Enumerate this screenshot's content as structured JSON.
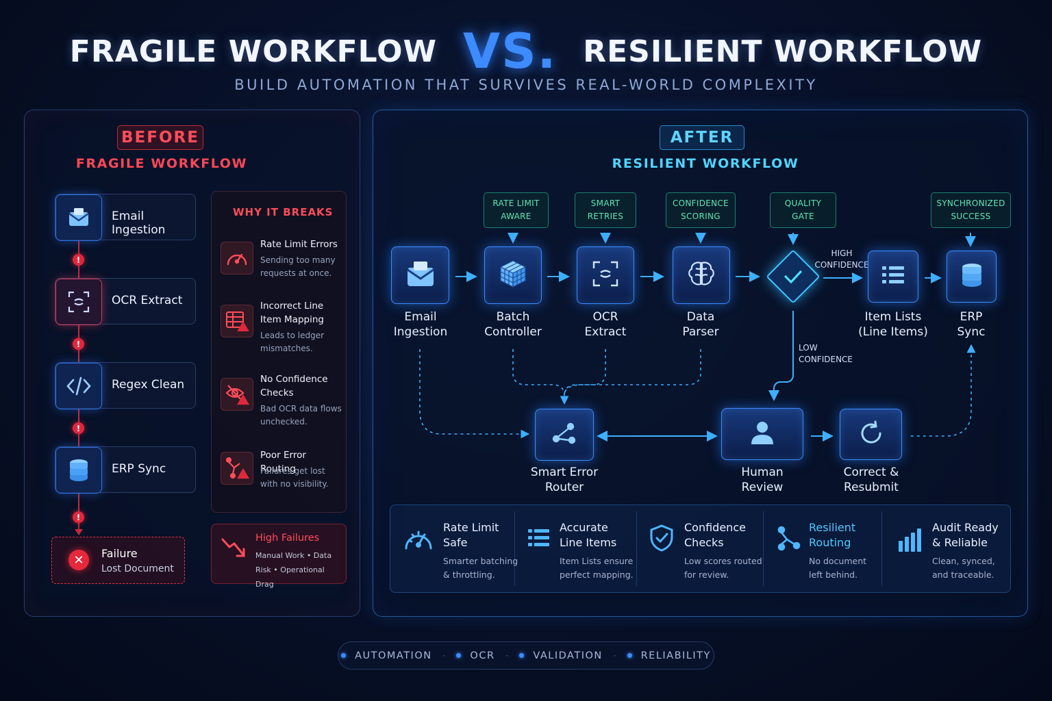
{
  "header": {
    "title_left": "FRAGILE WORKFLOW",
    "title_vs": "VS.",
    "title_right": "RESILIENT WORKFLOW",
    "subtitle": "BUILD AUTOMATION THAT SURVIVES REAL-WORLD COMPLEXITY"
  },
  "before": {
    "badge": "BEFORE",
    "subtitle": "FRAGILE WORKFLOW",
    "steps": [
      "Email Ingestion",
      "OCR Extract",
      "Regex Clean",
      "ERP Sync"
    ],
    "warning_glyph": "!",
    "failure": {
      "glyph": "✕",
      "title": "Failure",
      "desc": "Lost Document"
    },
    "why": {
      "title": "WHY IT BREAKS",
      "items": [
        {
          "title": "Rate Limit Errors",
          "desc": "Sending too many requests at once."
        },
        {
          "title": "Incorrect Line Item Mapping",
          "desc": "Leads to ledger mismatches."
        },
        {
          "title": "No Confidence Checks",
          "desc": "Bad OCR data flows unchecked."
        },
        {
          "title": "Poor Error Routing",
          "desc": "Failures get lost with no visibility."
        }
      ]
    },
    "high_failures": {
      "title": "High Failures",
      "desc": "Manual Work • Data Risk • Operational Drag"
    }
  },
  "after": {
    "badge": "AFTER",
    "subtitle": "RESILIENT WORKFLOW",
    "tags": {
      "rate": [
        "RATE LIMIT",
        "AWARE"
      ],
      "retries": [
        "SMART",
        "RETRIES"
      ],
      "confidence": [
        "CONFIDENCE",
        "SCORING"
      ],
      "quality": [
        "QUALITY",
        "GATE"
      ],
      "sync": [
        "SYNCHRONIZED",
        "SUCCESS"
      ]
    },
    "nodes": {
      "email": [
        "Email",
        "Ingestion"
      ],
      "batch": [
        "Batch",
        "Controller"
      ],
      "ocr": [
        "OCR",
        "Extract"
      ],
      "parser": [
        "Data",
        "Parser"
      ],
      "items": [
        "Item Lists",
        "(Line Items)"
      ],
      "erp": [
        "ERP",
        "Sync"
      ],
      "router": [
        "Smart Error",
        "Router"
      ],
      "human": [
        "Human",
        "Review"
      ],
      "correct": [
        "Correct &",
        "Resubmit"
      ]
    },
    "notes": {
      "high": [
        "HIGH",
        "CONFIDENCE"
      ],
      "low": [
        "LOW",
        "CONFIDENCE"
      ]
    },
    "benefits": [
      {
        "title": [
          "Rate Limit",
          "Safe"
        ],
        "desc": [
          "Smarter batching",
          "& throttling."
        ]
      },
      {
        "title": [
          "Accurate",
          "Line Items"
        ],
        "desc": [
          "Item Lists ensure",
          "perfect mapping."
        ]
      },
      {
        "title": [
          "Confidence",
          "Checks"
        ],
        "desc": [
          "Low scores routed",
          "for review."
        ]
      },
      {
        "title": [
          "Resilient",
          "Routing"
        ],
        "desc": [
          "No document",
          "left behind."
        ]
      },
      {
        "title": [
          "Audit Ready",
          "& Reliable"
        ],
        "desc": [
          "Clean, synced,",
          "and traceable."
        ]
      }
    ]
  },
  "footer": {
    "items": [
      "AUTOMATION",
      "OCR",
      "VALIDATION",
      "RELIABILITY"
    ],
    "separator": "·"
  },
  "colors": {
    "accent_blue": "#3b8cff",
    "danger_red": "#ff4757",
    "success_green": "#5ee6b6",
    "cyan": "#4fd6ff"
  },
  "icons": [
    "envelope-icon",
    "scan-icon",
    "code-icon",
    "database-icon",
    "gauge-icon",
    "table-warning-icon",
    "eye-off-icon",
    "routing-icon",
    "trend-down-icon",
    "cube-icon",
    "brain-icon",
    "check-diamond-icon",
    "list-icon",
    "share-icon",
    "user-icon",
    "refresh-icon",
    "shield-check-icon",
    "bar-chart-icon"
  ]
}
